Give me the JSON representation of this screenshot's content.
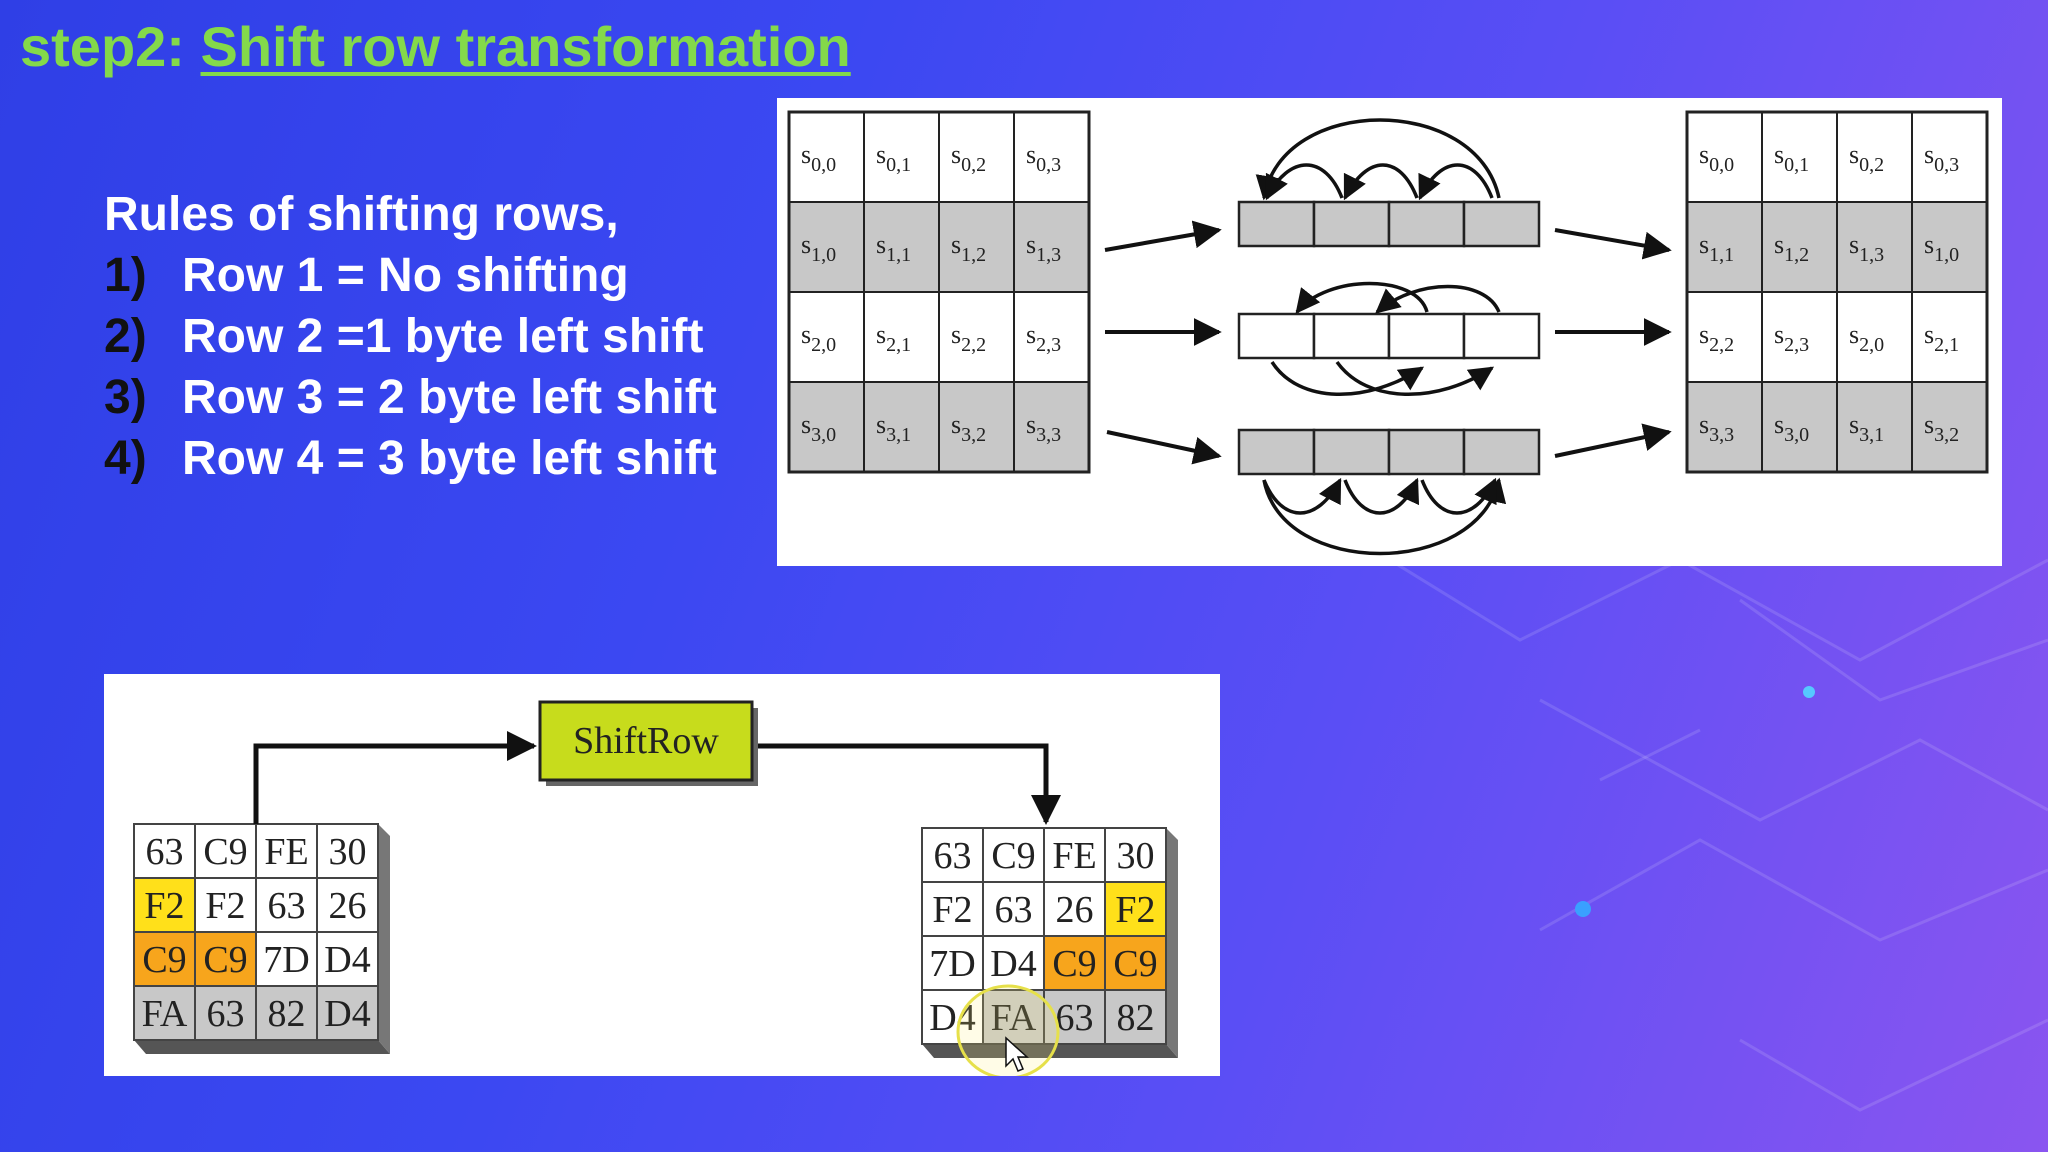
{
  "slide": {
    "title_prefix": "step2: ",
    "title_link": "Shift row transformation",
    "rules_heading": "Rules of shifting rows,",
    "rules": [
      {
        "num": "1)",
        "text": "Row 1 = No shifting"
      },
      {
        "num": "2)",
        "text": "Row 2 =1 byte left shift"
      },
      {
        "num": "3)",
        "text": "Row 3 = 2 byte left shift"
      },
      {
        "num": "4)",
        "text": "Row 4 = 3 byte left shift"
      }
    ]
  },
  "state_diagram": {
    "input": [
      [
        "0,0",
        "0,1",
        "0,2",
        "0,3"
      ],
      [
        "1,0",
        "1,1",
        "1,2",
        "1,3"
      ],
      [
        "2,0",
        "2,1",
        "2,2",
        "2,3"
      ],
      [
        "3,0",
        "3,1",
        "3,2",
        "3,3"
      ]
    ],
    "output": [
      [
        "0,0",
        "0,1",
        "0,2",
        "0,3"
      ],
      [
        "1,1",
        "1,2",
        "1,3",
        "1,0"
      ],
      [
        "2,2",
        "2,3",
        "2,0",
        "2,1"
      ],
      [
        "3,3",
        "3,0",
        "3,1",
        "3,2"
      ]
    ],
    "symbol": "s"
  },
  "shiftrow_example": {
    "box_label": "ShiftRow",
    "input": [
      [
        "63",
        "C9",
        "FE",
        "30"
      ],
      [
        "F2",
        "F2",
        "63",
        "26"
      ],
      [
        "C9",
        "C9",
        "7D",
        "D4"
      ],
      [
        "FA",
        "63",
        "82",
        "D4"
      ]
    ],
    "output": [
      [
        "63",
        "C9",
        "FE",
        "30"
      ],
      [
        "F2",
        "63",
        "26",
        "F2"
      ],
      [
        "7D",
        "D4",
        "C9",
        "C9"
      ],
      [
        "D4",
        "FA",
        "63",
        "82"
      ]
    ],
    "input_highlight": [
      [
        "w",
        "w",
        "w",
        "w"
      ],
      [
        "y",
        "w",
        "w",
        "w"
      ],
      [
        "o",
        "o",
        "w",
        "w"
      ],
      [
        "g",
        "g",
        "g",
        "g"
      ]
    ],
    "output_highlight": [
      [
        "w",
        "w",
        "w",
        "w"
      ],
      [
        "w",
        "w",
        "w",
        "y"
      ],
      [
        "w",
        "w",
        "o",
        "o"
      ],
      [
        "w",
        "g",
        "g",
        "g"
      ]
    ]
  },
  "colors": {
    "title": "#84d94a",
    "gray_cell": "#c8c8c8",
    "yellow_cell": "#ffe01a",
    "orange_cell": "#f7a51c",
    "shiftrow_box": "#c7dc1c"
  }
}
